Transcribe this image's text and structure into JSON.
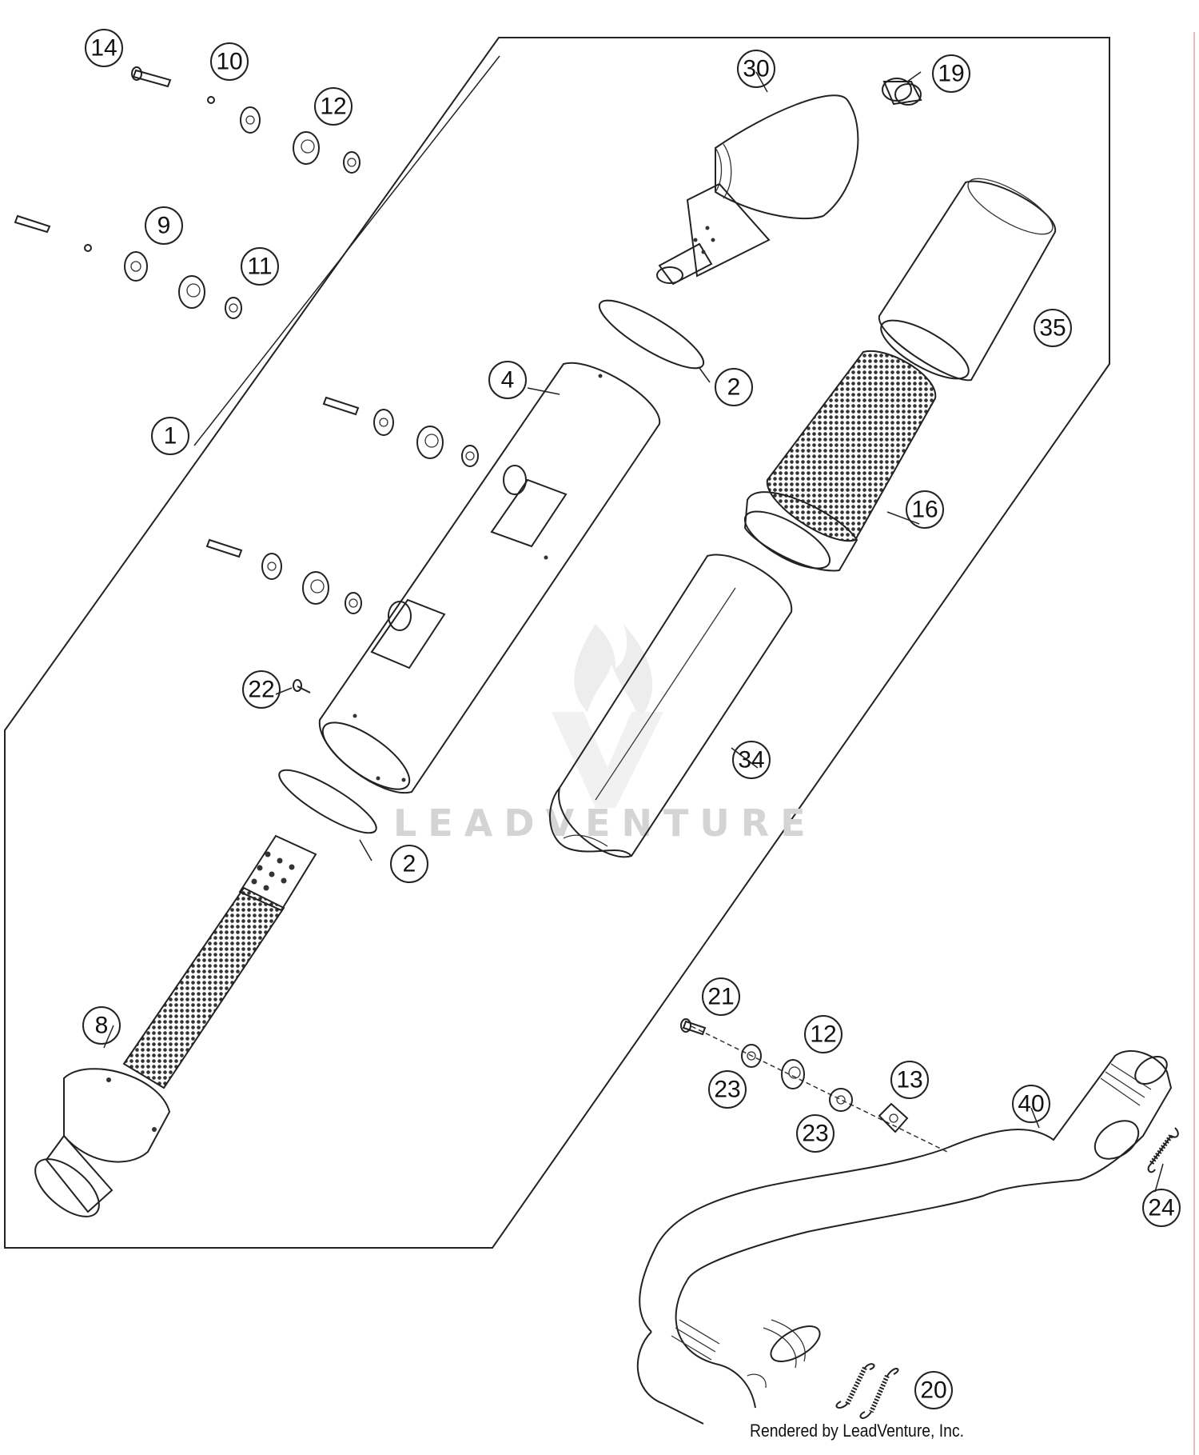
{
  "diagram": {
    "callouts": [
      "14",
      "10",
      "12",
      "9",
      "11",
      "1",
      "4",
      "2",
      "2",
      "22",
      "8",
      "30",
      "19",
      "35",
      "16",
      "34",
      "21",
      "12",
      "23",
      "23",
      "13",
      "40",
      "24",
      "20"
    ]
  },
  "watermark": {
    "text": "LEADVENTURE"
  },
  "footer": {
    "text": "Rendered by LeadVenture, Inc."
  },
  "colors": {
    "line": "#222222",
    "frame_right": "#f2b8b8",
    "watermark": "#d4d4d4"
  }
}
